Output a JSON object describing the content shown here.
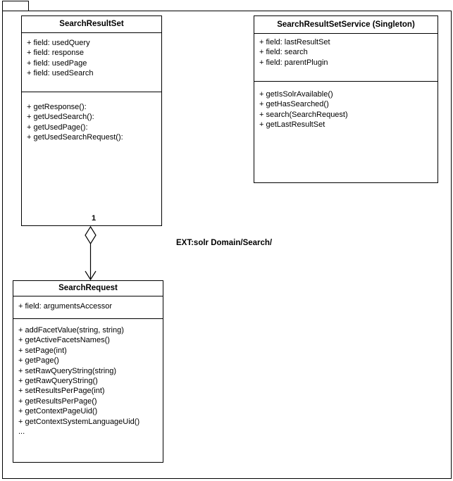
{
  "diagram": {
    "annotation": "EXT:solr Domain/Search/",
    "relationship": {
      "type": "aggregation",
      "multiplicity": "1",
      "from": "SearchResultSet",
      "to": "SearchRequest"
    },
    "colors": {
      "line": "#000000",
      "background": "#ffffff",
      "text": "#000000"
    },
    "classes": [
      {
        "title": "SearchResultSet",
        "fields": [
          "+ field: usedQuery",
          "+ field: response",
          "+ field: usedPage",
          "+ field: usedSearch"
        ],
        "methods": [
          "+ getResponse():",
          "+ getUsedSearch():",
          "+ getUsedPage():",
          "+ getUsedSearchRequest():"
        ]
      },
      {
        "title": "SearchResultSetService (Singleton)",
        "fields": [
          "+ field: lastResultSet",
          "+ field: search",
          "+ field: parentPlugin"
        ],
        "methods": [
          "+ getIsSolrAvailable()",
          "+ getHasSearched()",
          "+ search(SearchRequest)",
          "+ getLastResultSet"
        ]
      },
      {
        "title": "SearchRequest",
        "fields": [
          "+ field: argumentsAccessor"
        ],
        "methods": [
          "+ addFacetValue(string, string)",
          "+ getActiveFacetsNames()",
          "+ setPage(int)",
          "+ getPage()",
          "+ setRawQueryString(string)",
          "+ getRawQueryString()",
          "+ setResultsPerPage(int)",
          "+ getResultsPerPage()",
          "+ getContextPageUid()",
          "+ getContextSystemLanguageUid()",
          "..."
        ]
      }
    ]
  }
}
